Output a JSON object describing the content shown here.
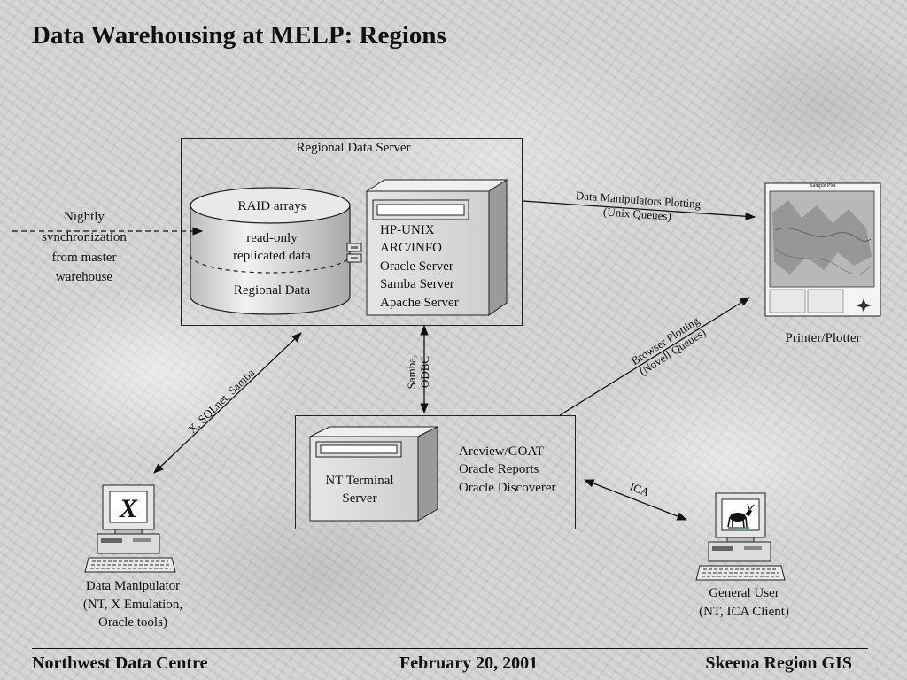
{
  "title": "Data Warehousing at MELP: Regions",
  "regional_server": {
    "label": "Regional Data Server",
    "raid_label": "RAID arrays",
    "replicated_label_line1": "read-only",
    "replicated_label_line2": "replicated data",
    "regional_data_label": "Regional Data",
    "software": [
      "HP-UNIX",
      "ARC/INFO",
      "Oracle Server",
      "Samba Server",
      "Apache Server"
    ]
  },
  "nightly_sync": [
    "Nightly",
    "synchronization",
    "from master",
    "warehouse"
  ],
  "printer": {
    "label": "Printer/Plotter",
    "map_title": "Sample Plot"
  },
  "links": {
    "unix_plot_line1": "Data Manipulators Plotting",
    "unix_plot_line2": "(Unix Queues)",
    "browser_plot_line1": "Browser Plotting",
    "browser_plot_line2": "(Novell Queues)",
    "samba_odbc_line1": "Samba,",
    "samba_odbc_line2": "ODBC",
    "x_sql": "X, SQLnet, Samba",
    "ica": "ICA"
  },
  "nt_server": {
    "label_line1": "NT Terminal",
    "label_line2": "Server",
    "apps": [
      "Arcview/GOAT",
      "Oracle Reports",
      "Oracle Discoverer"
    ]
  },
  "data_manipulator": [
    "Data Manipulator",
    "(NT, X Emulation,",
    "Oracle tools)"
  ],
  "general_user": [
    "General User",
    "(NT, ICA Client)"
  ],
  "footer": {
    "left": "Northwest Data Centre",
    "center": "February 20, 2001",
    "right": "Skeena Region GIS"
  }
}
